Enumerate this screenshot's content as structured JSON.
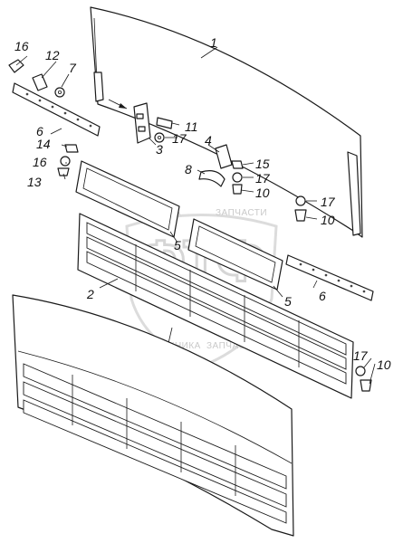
{
  "watermark": {
    "brand_left": "ТЕХНИКА",
    "brand_right": "ЗАПЧАСТИ",
    "logo_letters": "ФТФ"
  },
  "callouts": {
    "c1": "1",
    "c2": "2",
    "c3": "3",
    "c4": "4",
    "c5a": "5",
    "c5b": "5",
    "c6a": "6",
    "c6b": "6",
    "c7": "7",
    "c8": "8",
    "c10a": "10",
    "c10b": "10",
    "c10c": "10",
    "c11": "11",
    "c12": "12",
    "c13": "13",
    "c14": "14",
    "c15": "15",
    "c16a": "16",
    "c16b": "16",
    "c17a": "17",
    "c17b": "17",
    "c17c": "17",
    "c17d": "17"
  }
}
